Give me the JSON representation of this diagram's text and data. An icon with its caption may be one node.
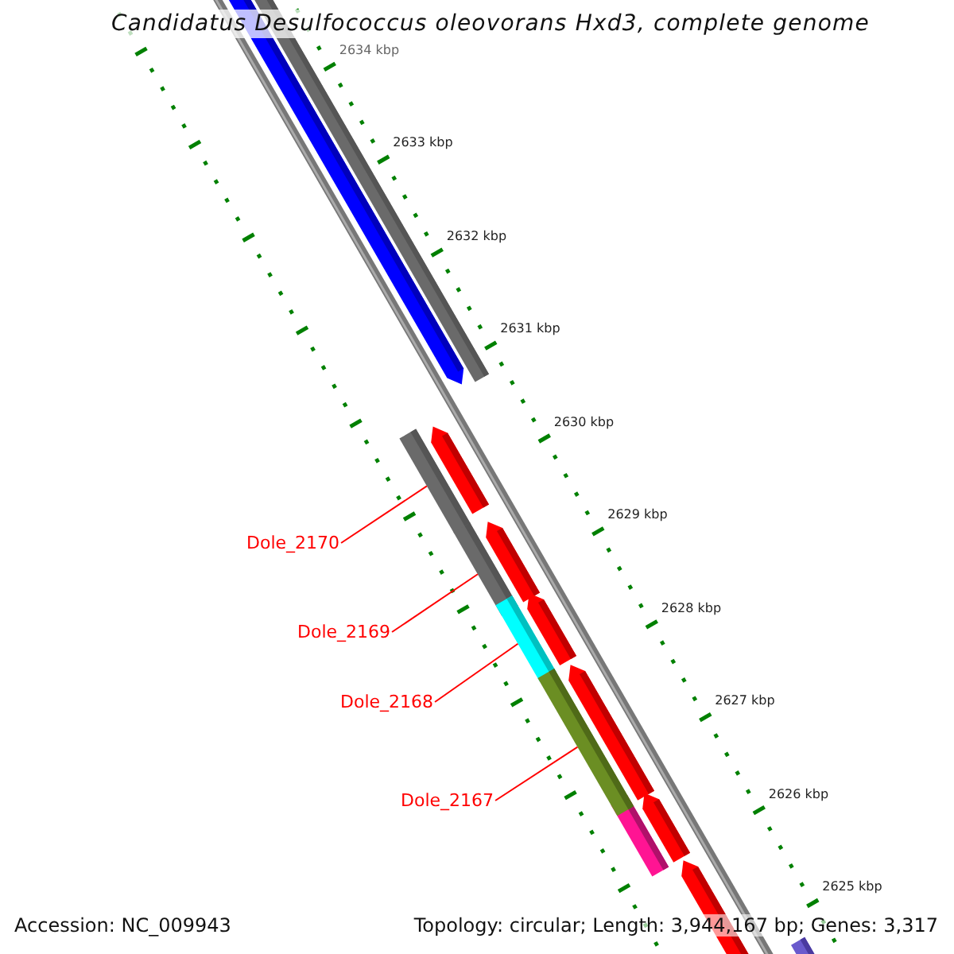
{
  "diagram": {
    "title": "Candidatus Desulfococcus oleovorans Hxd3, complete genome",
    "nodes": [
      {
        "text": [
          "Dole_2170"
        ]
      },
      {
        "text": [
          "Dole_2169"
        ]
      },
      {
        "text": [
          "Dole_2168"
        ]
      },
      {
        "text": [
          "Dole_2167"
        ]
      },
      {
        "text": [],
        "shape": "bar"
      },
      {
        "text": [],
        "shape": "bar"
      },
      {
        "text": [],
        "shape": "bar"
      },
      {
        "text": [],
        "shape": "bar"
      }
    ],
    "edges": [
      {
        "from": 0,
        "to": 4,
        "arrow": "none",
        "color": "#ff0000"
      },
      {
        "from": 1,
        "to": 5,
        "arrow": "none",
        "color": "#ff0000"
      },
      {
        "from": 2,
        "to": 6,
        "arrow": "none",
        "color": "#ff0000"
      },
      {
        "from": 3,
        "to": 7,
        "arrow": "none",
        "color": "#ff0000"
      }
    ],
    "labels": [
      "2634 kbp",
      "2633 kbp",
      "2632 kbp",
      "2631 kbp",
      "2630 kbp",
      "2629 kbp",
      "2628 kbp",
      "2627 kbp",
      "2626 kbp",
      "2625 kbp",
      "Accession: NC_009943",
      "Topology: circular; Length: 3,944,167 bp; Genes: 3,317"
    ]
  }
}
